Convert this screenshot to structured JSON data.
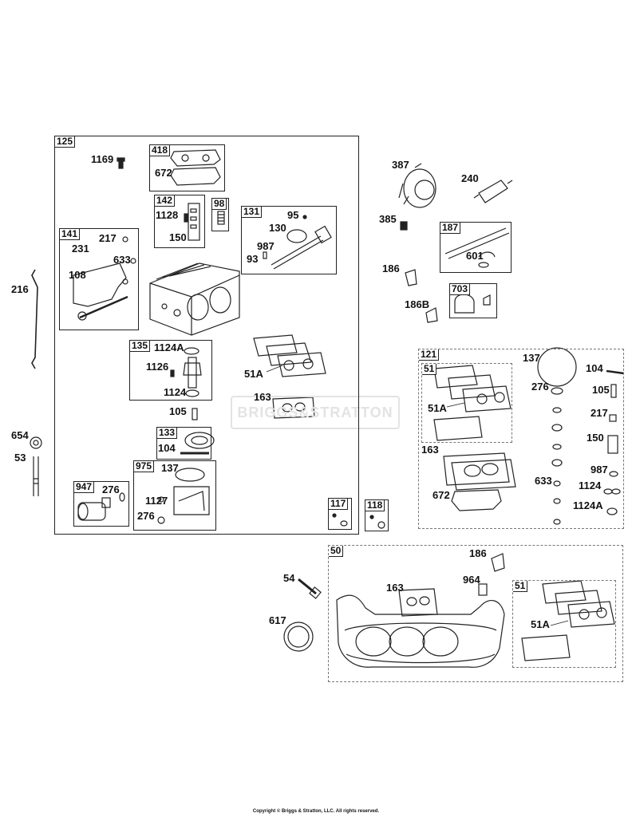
{
  "watermark": "BRIGGS&STRATTON",
  "copyright": "Copyright © Briggs & Stratton, LLC. All rights reserved.",
  "groups": {
    "g125": "125",
    "g418": "418",
    "g142": "142",
    "g98": "98",
    "g131": "131",
    "g141": "141",
    "g135": "135",
    "g133": "133",
    "g975": "975",
    "g947": "947",
    "g117": "117",
    "g118": "118",
    "g187": "187",
    "g703": "703",
    "g121": "121",
    "g121_51": "51",
    "g50": "50",
    "g50_51": "51"
  },
  "parts": {
    "p1169": "1169",
    "p672a": "672",
    "p1128": "1128",
    "p150a": "150",
    "p95": "95",
    "p130": "130",
    "p987a": "987",
    "p93": "93",
    "p217a": "217",
    "p231": "231",
    "p633a": "633",
    "p108": "108",
    "p216": "216",
    "p1124Aa": "1124A",
    "p1126": "1126",
    "p1124a": "1124",
    "p51Aa": "51A",
    "p163a": "163",
    "p105a": "105",
    "p104a": "104",
    "p137a": "137",
    "p1127": "1127",
    "p276a": "276",
    "p276b": "276",
    "p654": "654",
    "p53": "53",
    "p387": "387",
    "p240": "240",
    "p385": "385",
    "p601": "601",
    "p186a": "186",
    "p186B": "186B",
    "p137b": "137",
    "p104b": "104",
    "p276c": "276",
    "p105b": "105",
    "p217b": "217",
    "p150b": "150",
    "p51Ab": "51A",
    "p163b": "163",
    "p987b": "987",
    "p633b": "633",
    "p1124b": "1124",
    "p672b": "672",
    "p1124Ab": "1124A",
    "p54": "54",
    "p186c": "186",
    "p964": "964",
    "p163c": "163",
    "p617": "617",
    "p51Ac": "51A"
  }
}
